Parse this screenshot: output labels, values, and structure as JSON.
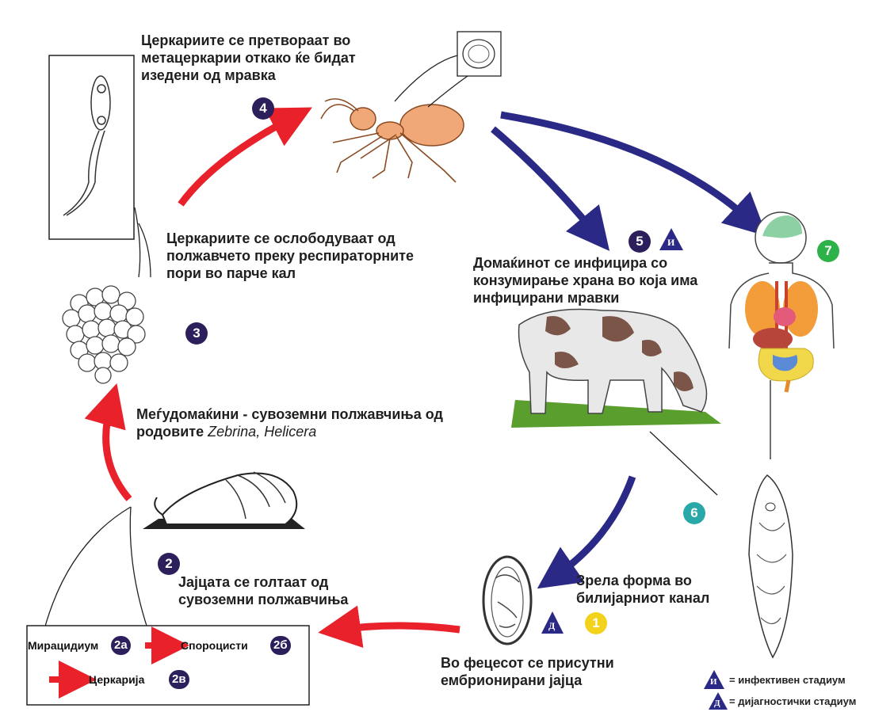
{
  "labels": {
    "step4": "Церкариите се претвораат во метацеркарии откако ќе бидат изедени од мравка",
    "step3": "Церкариите се ослободуваат од полжавчето преку респираторните пори во парче кал",
    "step2_title": "Меѓудомаќини - сувоземни полжавчиња од родовите",
    "step2_genus": "Zebrina, Helicera",
    "step2": "Јајцата се голтаат од сувоземни полжавчиња",
    "step5": "Домаќинот се инфицира со конзумирање храна во која има инфицирани мравки",
    "step6": "Зрела форма во билијарниот канал",
    "step1": "Во фецесот се присутни ембрионирани јајца"
  },
  "numbers": {
    "n1": "1",
    "n2": "2",
    "n3": "3",
    "n4": "4",
    "n5": "5",
    "n6": "6",
    "n7": "7"
  },
  "stage_box": {
    "miracidium": "Мирацидиум",
    "b2a": "2а",
    "sporocysts": "Спороцисти",
    "b2b": "2б",
    "cercaria": "Церкарија",
    "b2c": "2в"
  },
  "triangle_letters": {
    "infective": "И",
    "diagnostic": "Д"
  },
  "legend": {
    "infective": "= инфективен стадиум",
    "diagnostic": "= дијагностички стадиум"
  },
  "colors": {
    "red_arrow": "#e8212a",
    "blue_arrow": "#2a2a86",
    "badge_dark": "#2d1e5c",
    "badge_green": "#2db24a",
    "badge_teal": "#2aa8a8",
    "badge_yellow": "#f2d21a"
  }
}
